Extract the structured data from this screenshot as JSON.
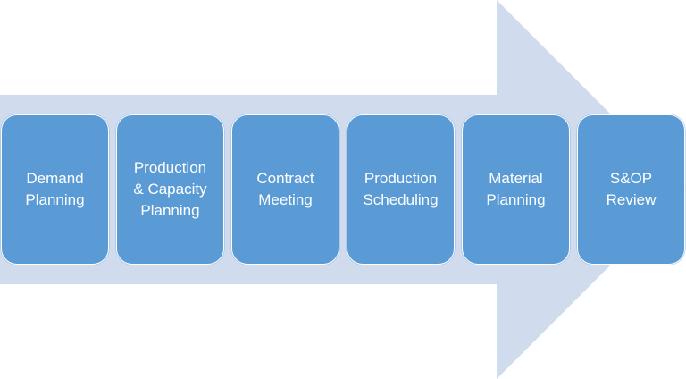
{
  "colors": {
    "arrow_fill": "#d0dcee",
    "step_fill": "#5b9bd5",
    "step_text": "#ffffff"
  },
  "steps": [
    {
      "label": "Demand\nPlanning"
    },
    {
      "label": "Production\n& Capacity\nPlanning"
    },
    {
      "label": "Contract\nMeeting"
    },
    {
      "label": "Production\nScheduling"
    },
    {
      "label": "Material\nPlanning"
    },
    {
      "label": "S&OP\nReview"
    }
  ]
}
